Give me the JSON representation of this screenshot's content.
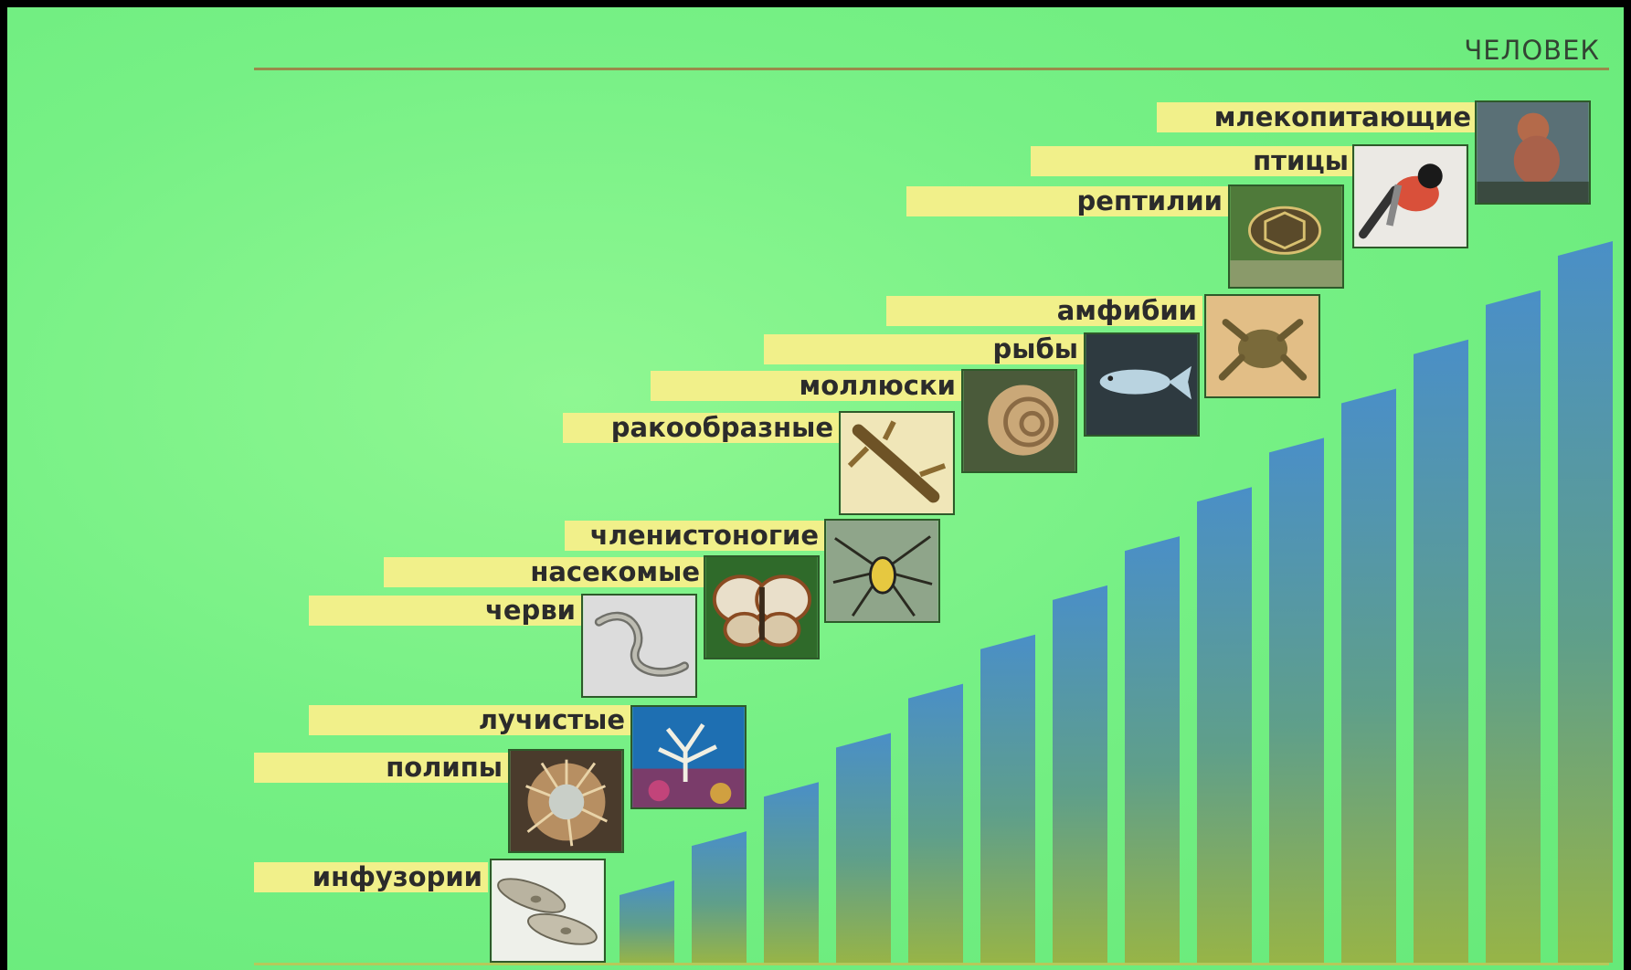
{
  "title": "ЧЕЛОВЕК",
  "colors": {
    "label_bg": "#f1f08a",
    "bar_top": "#4a8fc7",
    "bar_bottom": "#8fb044"
  },
  "steps": [
    {
      "label": "инфузории",
      "icon": "paramecium-icon"
    },
    {
      "label": "полипы",
      "icon": "polyp-icon"
    },
    {
      "label": "лучистые",
      "icon": "coral-icon"
    },
    {
      "label": "черви",
      "icon": "worm-icon"
    },
    {
      "label": "насекомые",
      "icon": "butterfly-icon"
    },
    {
      "label": "членистоногие",
      "icon": "spider-icon"
    },
    {
      "label": "ракообразные",
      "icon": "crayfish-icon"
    },
    {
      "label": "моллюски",
      "icon": "snail-icon"
    },
    {
      "label": "рыбы",
      "icon": "fish-icon"
    },
    {
      "label": "амфибии",
      "icon": "frog-icon"
    },
    {
      "label": "рептилии",
      "icon": "turtle-icon"
    },
    {
      "label": "птицы",
      "icon": "bird-icon"
    },
    {
      "label": "млекопитающие",
      "icon": "monkey-icon"
    }
  ]
}
